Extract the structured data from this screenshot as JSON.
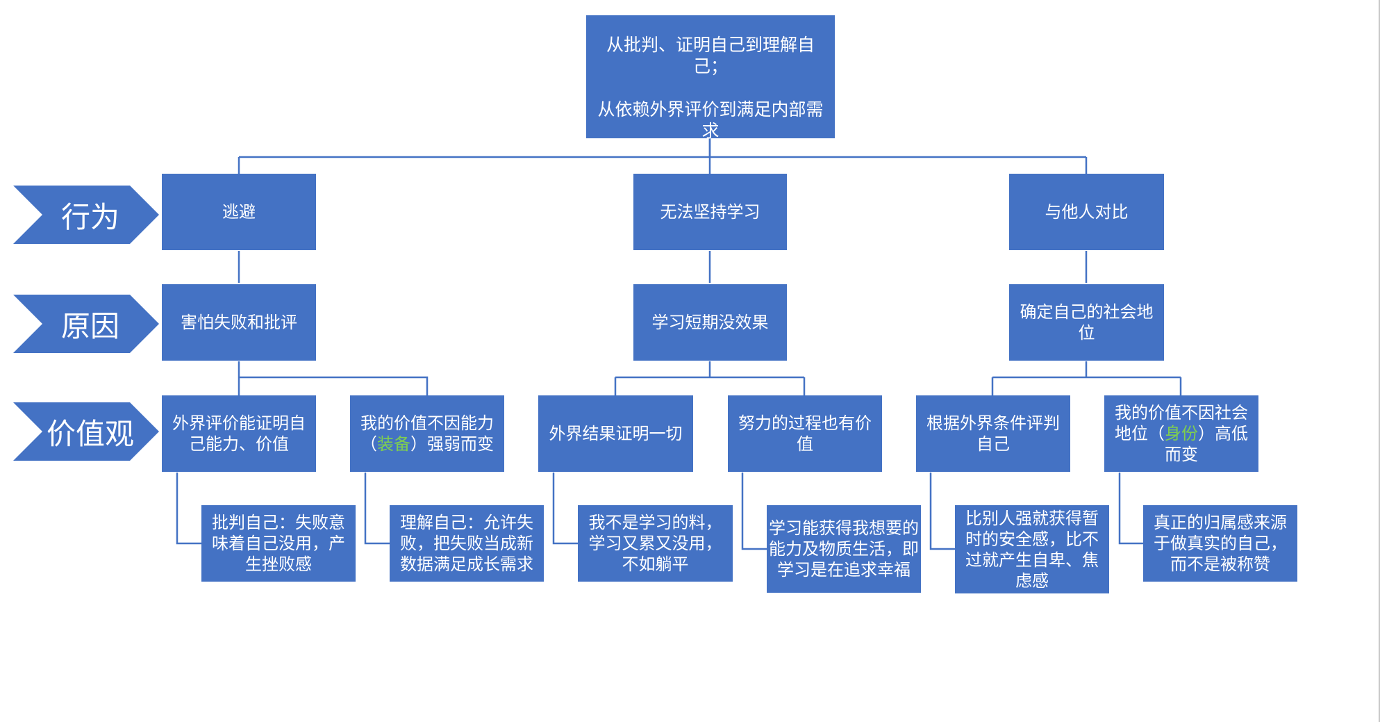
{
  "colors": {
    "box": "#4472c4",
    "line": "#4472c4",
    "text": "#ffffff",
    "highlight": "#7fcf4f"
  },
  "root": {
    "line1": "从批判、证明自己到理解自己；",
    "line2": "从依赖外界评价到满足内部需求"
  },
  "rows": [
    {
      "label": "行为",
      "icon": "chevron-arrow-icon"
    },
    {
      "label": "原因",
      "icon": "chevron-arrow-icon"
    },
    {
      "label": "价值观",
      "icon": "chevron-arrow-icon"
    }
  ],
  "branches": [
    {
      "behavior": "逃避",
      "cause": "害怕失败和批评",
      "values": [
        {
          "pre": "外界评价能证明自己能力、价值",
          "hl": "",
          "post": "",
          "detail": "批判自己：失败意味着自己没用，产生挫败感"
        },
        {
          "pre": "我的价值不因能力（",
          "hl": "装备",
          "post": "）强弱而变",
          "detail": "理解自己：允许失败，把失败当成新数据满足成长需求"
        }
      ]
    },
    {
      "behavior": "无法坚持学习",
      "cause": "学习短期没效果",
      "values": [
        {
          "pre": "外界结果证明一切",
          "hl": "",
          "post": "",
          "detail": "我不是学习的料，学习又累又没用，不如躺平"
        },
        {
          "pre": "努力的过程也有价值",
          "hl": "",
          "post": "",
          "detail": "学习能获得我想要的能力及物质生活，即学习是在追求幸福"
        }
      ]
    },
    {
      "behavior": "与他人对比",
      "cause": "确定自己的社会地位",
      "values": [
        {
          "pre": "根据外界条件评判自己",
          "hl": "",
          "post": "",
          "detail": "比别人强就获得暂时的安全感，比不过就产生自卑、焦虑感"
        },
        {
          "pre": "我的价值不因社会地位（",
          "hl": "身份",
          "post": "）高低而变",
          "detail": "真正的归属感来源于做真实的自己，而不是被称赞"
        }
      ]
    }
  ]
}
